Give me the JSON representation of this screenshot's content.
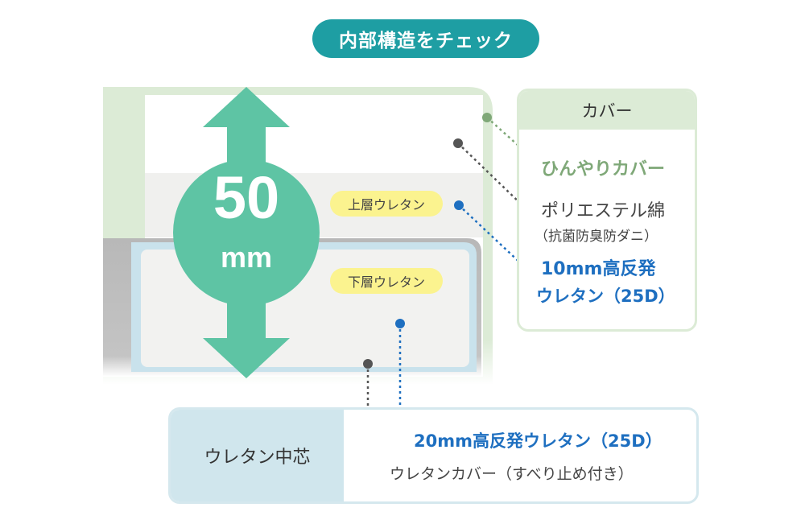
{
  "title": "内部構造をチェック",
  "thickness": {
    "value": "50",
    "unit": "mm"
  },
  "tags": {
    "upper": "上層ウレタン",
    "lower": "下層ウレタン"
  },
  "cover_box": {
    "header": "カバー",
    "cool_cover": "ひんやりカバー",
    "poly_line1": "ポリエステル綿",
    "poly_line2": "（抗菌防臭防ダニ）",
    "foam_line1": "10mm高反発",
    "foam_line2": "ウレタン（25D）"
  },
  "core_box": {
    "header": "ウレタン中芯",
    "foam": "20mm高反発ウレタン（25D）",
    "cover": "ウレタンカバー（すべり止め付き）"
  },
  "colors": {
    "teal": "#1e9ea3",
    "arrow": "#5ec4a4",
    "green_text": "#7fa878",
    "blue_text": "#1e6fc0",
    "gray_text": "#444444",
    "tag_yellow": "#fbf38f"
  },
  "icons": {
    "arrow": "double-headed-vertical-arrow",
    "dot": "leader-dot"
  }
}
